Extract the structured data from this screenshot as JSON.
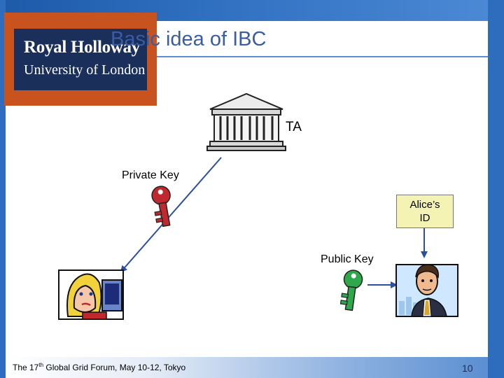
{
  "logo": {
    "line1": "Royal Holloway",
    "line2": "University of London"
  },
  "title": "Basic idea of IBC",
  "diagram": {
    "ta_label": "TA",
    "private_key_label": "Private Key",
    "id_box_line1": "Alice’s",
    "id_box_line2": "ID",
    "public_key_label": "Public Key"
  },
  "footer": {
    "text_before": "The 17",
    "text_sup": "th",
    "text_after": " Global Grid Forum, May 10-12, Tokyo",
    "page_number": "10"
  },
  "colors": {
    "band": "#2e6cbd",
    "title": "#3a5ca4",
    "logo_orange": "#c9531f",
    "logo_navy": "#1b2f5b",
    "arrow": "#2d4fa0",
    "key_red": "#c0282e",
    "key_green": "#2ea84a"
  },
  "icons": [
    "government-building-icon",
    "red-key-icon",
    "green-key-icon",
    "woman-at-computer-icon",
    "businessman-icon"
  ]
}
